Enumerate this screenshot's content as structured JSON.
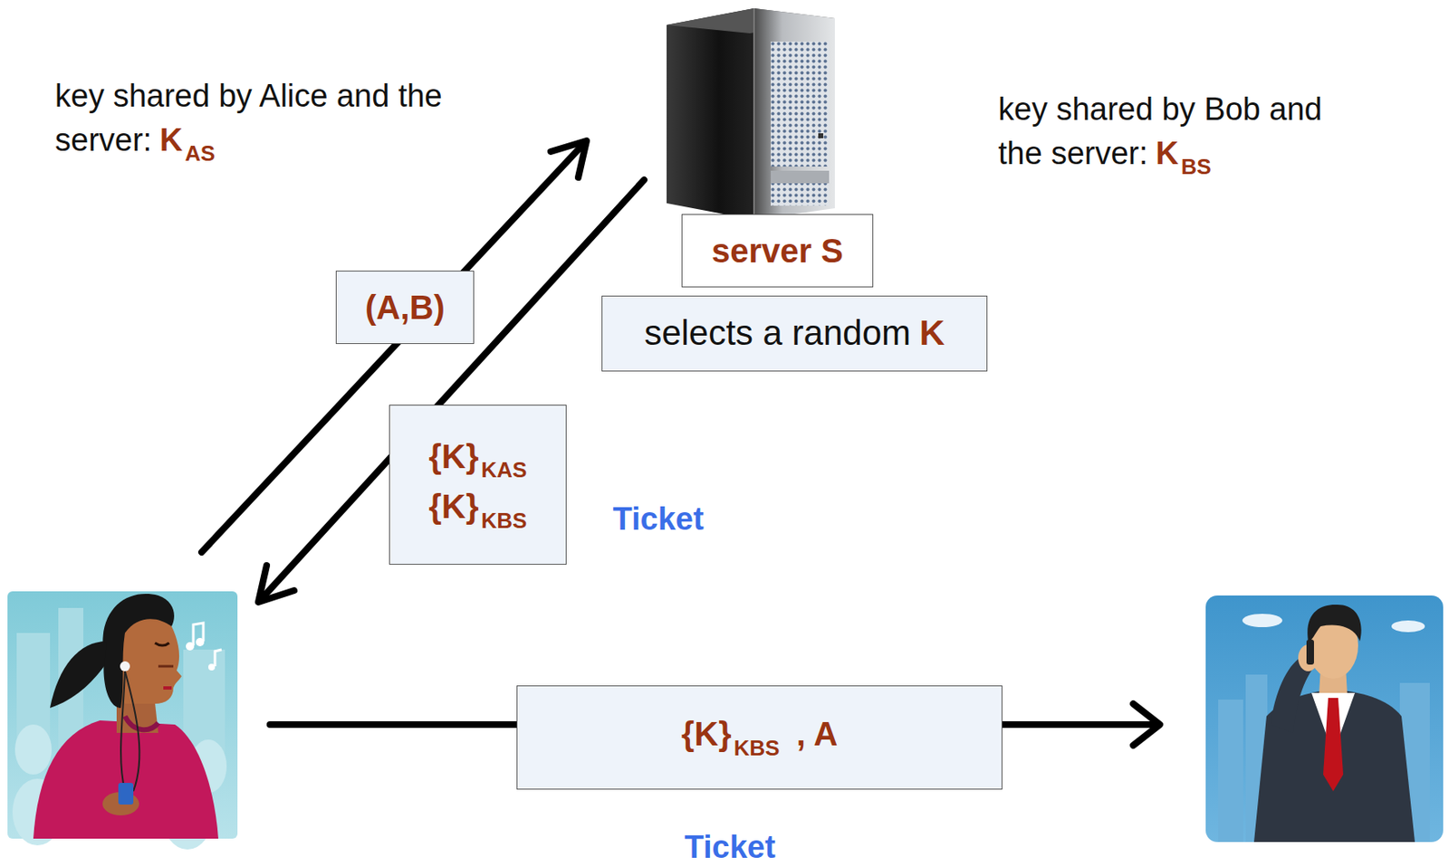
{
  "diagram": {
    "nodes": [
      {
        "text": [
          "server S"
        ]
      },
      {
        "text": [
          "selects a random",
          "K"
        ]
      },
      {
        "text": [
          "(A,B)"
        ]
      },
      {
        "text": [
          "{K}",
          "KAS",
          "{K}",
          "KBS"
        ]
      },
      {
        "text": [
          "{K}",
          "KBS",
          ", A"
        ]
      }
    ],
    "labels": [
      "key shared by Alice and the server:",
      "K",
      "AS",
      "key shared by Bob and the server:",
      "K",
      "BS",
      "Ticket",
      "Ticket"
    ]
  }
}
